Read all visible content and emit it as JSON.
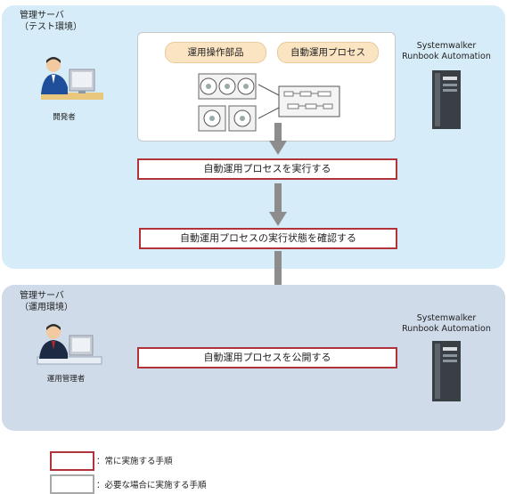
{
  "test_zone": {
    "title_line1": "管理サーバ",
    "title_line2": "（テスト環境）",
    "person_label": "開発者"
  },
  "prod_zone": {
    "title_line1": "管理サーバ",
    "title_line2": "（運用環境）",
    "person_label": "運用管理者"
  },
  "panel": {
    "pill_left": "運用操作部品",
    "pill_right": "自動運用プロセス"
  },
  "server": {
    "name_line1": "Systemwalker",
    "name_line2": "Runbook Automation"
  },
  "steps": [
    {
      "label": "自動運用プロセスを実行する"
    },
    {
      "label": "自動運用プロセスの実行状態を確認する"
    },
    {
      "label": "自動運用プロセスを公開する"
    }
  ],
  "legend": [
    {
      "text": "：常に実施する手順",
      "color": "#b0323a"
    },
    {
      "text": "：必要な場合に実施する手順",
      "color": "#a8a8a8"
    }
  ],
  "colors": {
    "arrow": "#8c8c8c",
    "step_border": "#b0323a"
  }
}
